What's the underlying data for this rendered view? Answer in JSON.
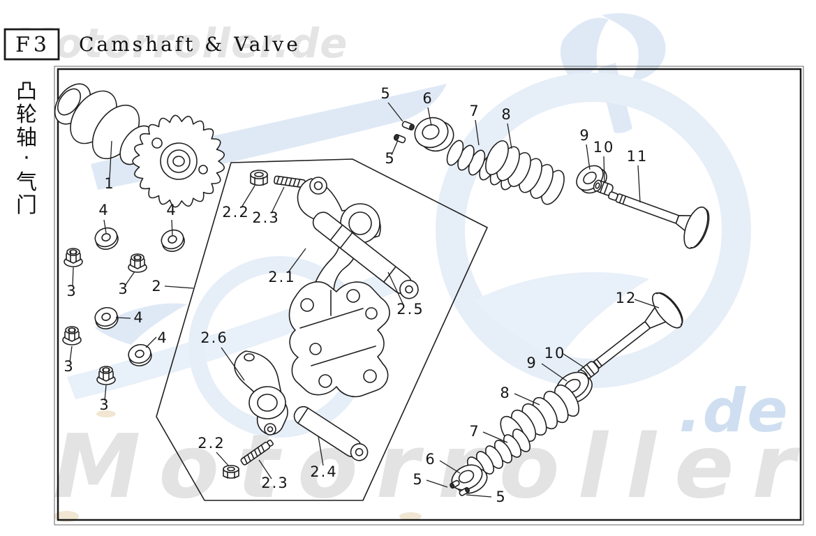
{
  "page": {
    "code": "F3",
    "title": "Camshaft & Valve",
    "side_label": "凸轮轴·气门",
    "side_chars": [
      "凸",
      "轮",
      "轴",
      "·",
      "气",
      "门"
    ]
  },
  "watermark": {
    "top_text": "Motorroller.de",
    "bottom_text": "Motorroller",
    "bottom_suffix": ".de",
    "gray_color": "#e3e3e3",
    "blue_color": "#cfdff1"
  },
  "diagram": {
    "callouts": [
      "1",
      "4",
      "4",
      "2.2",
      "2.3",
      "2.1",
      "2",
      "3",
      "3",
      "4",
      "4",
      "3",
      "3",
      "2.6",
      "2.2",
      "2.3",
      "2.4",
      "2.5",
      "5",
      "6",
      "7",
      "8",
      "5",
      "9",
      "10",
      "11",
      "12",
      "10",
      "9",
      "8",
      "7",
      "6",
      "5",
      "5"
    ]
  }
}
